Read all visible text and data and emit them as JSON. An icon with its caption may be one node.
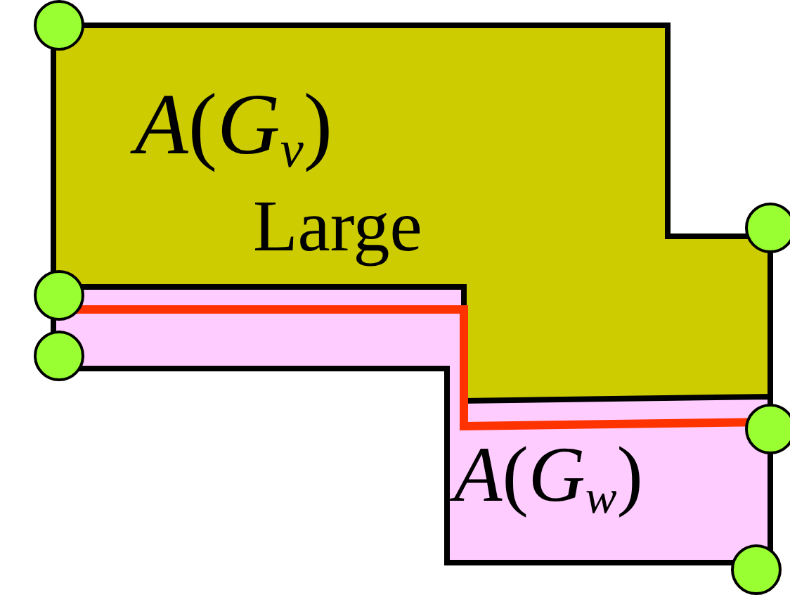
{
  "diagram": {
    "nodes": [
      {
        "text": [
          "*A*(*G*$_{v}$)",
          "Large"
        ]
      },
      {
        "text": [
          "*A*(*G*$_{w}$)"
        ]
      }
    ]
  }
}
